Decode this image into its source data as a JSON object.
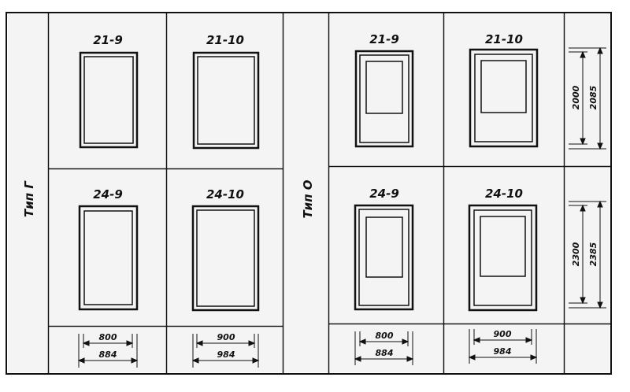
{
  "type_g": {
    "label": "Тип Г",
    "doors": [
      {
        "code": "21-9",
        "glazed": false
      },
      {
        "code": "21-10",
        "glazed": false
      },
      {
        "code": "24-9",
        "glazed": false
      },
      {
        "code": "24-10",
        "glazed": false
      }
    ],
    "widths": [
      {
        "clear": "800",
        "overall": "884"
      },
      {
        "clear": "900",
        "overall": "984"
      }
    ]
  },
  "type_o": {
    "label": "Тип О",
    "doors": [
      {
        "code": "21-9",
        "glazed": true
      },
      {
        "code": "21-10",
        "glazed": true
      },
      {
        "code": "24-9",
        "glazed": true
      },
      {
        "code": "24-10",
        "glazed": true
      }
    ],
    "widths": [
      {
        "clear": "800",
        "overall": "884"
      },
      {
        "clear": "900",
        "overall": "984"
      }
    ]
  },
  "heights": [
    {
      "clear": "2000",
      "overall": "2085"
    },
    {
      "clear": "2300",
      "overall": "2385"
    }
  ],
  "colors": {
    "line": "#111111",
    "cell": "#f4f4f4",
    "paper": "#ffffff"
  }
}
